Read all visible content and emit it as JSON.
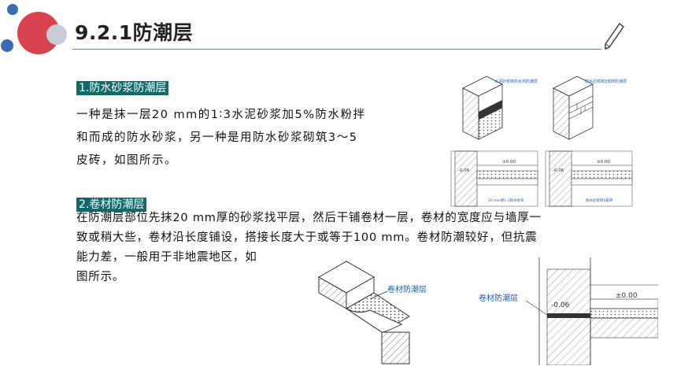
{
  "header": {
    "title": "9.2.1防潮层"
  },
  "section1": {
    "label": "1.防水砂浆防潮层",
    "lines": [
      "一种是抹一层20 mm的1∶3水泥砂浆加5%防水粉拌",
      "和而成的防水砂浆，另一种是用防水砂浆砌筑3～5",
      "皮砖，如图所示。"
    ]
  },
  "section2": {
    "label": "2.卷材防潮层",
    "lines": [
      "在防潮层部位先抹20 mm厚的砂浆找平层，然后干铺卷材一层，卷材的宽度应与墙厚一",
      "致或稍大些，卷材沿长度铺设，搭接长度大于或等于100 mm。卷材防潮较好，但抗震",
      "能力差，一般用于非地震地区，如",
      "图所示。"
    ]
  },
  "figure_top": {
    "label_a": "水泥砂浆掺防水剂防潮层",
    "label_b": "防水砂浆砌3皮砖防潮层",
    "label_c": "20 mm厚1:3防水砂浆",
    "label_d": "防水砂浆砌3皮砖",
    "elev_neg": "-0.06",
    "elev_zero": "±0.00"
  },
  "figure_bottom_left": {
    "label": "卷材防潮层"
  },
  "figure_bottom_right": {
    "label": "卷材防潮层",
    "elev_neg": "-0.06",
    "elev_zero": "±0.00"
  },
  "colors": {
    "accent": "#0f6b6b",
    "circle_red": "#d9434f",
    "circle_blue": "#3a6bb3",
    "circle_grey": "#c9ced6"
  }
}
